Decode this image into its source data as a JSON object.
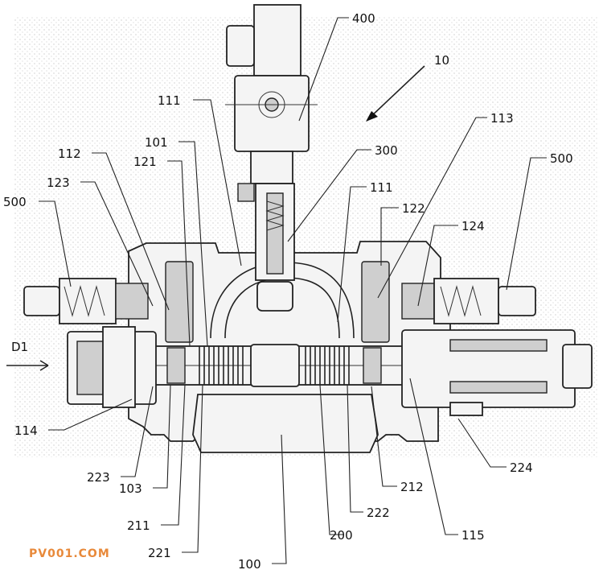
{
  "diagram": {
    "labels": [
      {
        "id": "lbl-400",
        "text": "400"
      },
      {
        "id": "lbl-10",
        "text": "10"
      },
      {
        "id": "lbl-111a",
        "text": "111"
      },
      {
        "id": "lbl-113",
        "text": "113"
      },
      {
        "id": "lbl-101",
        "text": "101"
      },
      {
        "id": "lbl-300",
        "text": "300"
      },
      {
        "id": "lbl-112",
        "text": "112"
      },
      {
        "id": "lbl-121",
        "text": "121"
      },
      {
        "id": "lbl-500a",
        "text": "500"
      },
      {
        "id": "lbl-123",
        "text": "123"
      },
      {
        "id": "lbl-111b",
        "text": "111"
      },
      {
        "id": "lbl-122",
        "text": "122"
      },
      {
        "id": "lbl-500b",
        "text": "500"
      },
      {
        "id": "lbl-124",
        "text": "124"
      },
      {
        "id": "lbl-d1",
        "text": "D1"
      },
      {
        "id": "lbl-114",
        "text": "114"
      },
      {
        "id": "lbl-224",
        "text": "224"
      },
      {
        "id": "lbl-223",
        "text": "223"
      },
      {
        "id": "lbl-103",
        "text": "103"
      },
      {
        "id": "lbl-212",
        "text": "212"
      },
      {
        "id": "lbl-222",
        "text": "222"
      },
      {
        "id": "lbl-211",
        "text": "211"
      },
      {
        "id": "lbl-115",
        "text": "115"
      },
      {
        "id": "lbl-200",
        "text": "200"
      },
      {
        "id": "lbl-221",
        "text": "221"
      },
      {
        "id": "lbl-100",
        "text": "100"
      }
    ]
  },
  "watermark": "PV001.COM"
}
